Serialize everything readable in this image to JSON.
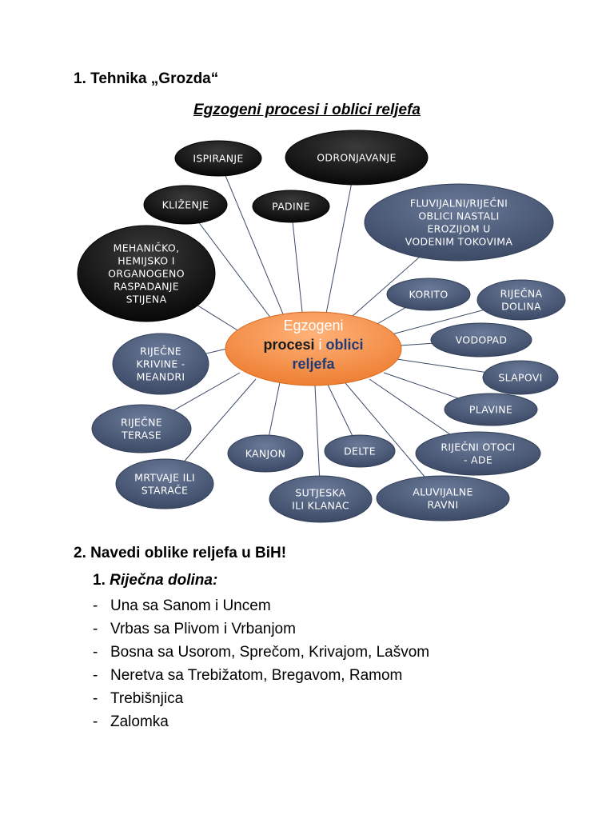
{
  "section1": {
    "heading": "1. Tehnika „Grozda“"
  },
  "diagram": {
    "title": "Egzogeni procesi i oblici  reljefa",
    "center": {
      "line1": "Egzogeni",
      "line2_a": "procesi",
      "line2_b": " i ",
      "line2_c": "oblici",
      "line3": "reljefa",
      "colors": {
        "fill": "#f0883e",
        "text_white": "#ffffff",
        "text_dark": "#1a1a1a",
        "text_blue": "#1f3c78"
      }
    },
    "colors": {
      "dark_node": "#141414",
      "blue_node": "#4a5a78",
      "connector": "#3a4a66"
    },
    "nodes": [
      {
        "id": "ispiranje",
        "lines": [
          "ISPIRANJE"
        ]
      },
      {
        "id": "odronjavanje",
        "lines": [
          "ODRONJAVANJE"
        ]
      },
      {
        "id": "klizenje",
        "lines": [
          "KLIŽENJE"
        ]
      },
      {
        "id": "padine",
        "lines": [
          "PADINE"
        ]
      },
      {
        "id": "fluvijalni",
        "lines": [
          "FLUVIJALNI/RIJEČNI",
          "OBLICI NASTALI",
          "EROZIJOM U",
          "VODENIM TOKOVIMA"
        ]
      },
      {
        "id": "mehanicko",
        "lines": [
          "MEHANIČKO,",
          "HEMIJSKO I",
          "ORGANOGENO",
          "RASPADANJE",
          "STIJENA"
        ]
      },
      {
        "id": "korito",
        "lines": [
          "KORITO"
        ]
      },
      {
        "id": "rijecna-dolina",
        "lines": [
          "RIJEČNA",
          "DOLINA"
        ]
      },
      {
        "id": "vodopad",
        "lines": [
          "VODOPAD"
        ]
      },
      {
        "id": "meandri",
        "lines": [
          "RIJEČNE",
          "KRIVINE -",
          "MEANDRI"
        ]
      },
      {
        "id": "slapovi",
        "lines": [
          "SLAPOVI"
        ]
      },
      {
        "id": "plavine",
        "lines": [
          "PLAVINE"
        ]
      },
      {
        "id": "terase",
        "lines": [
          "RIJEČNE",
          "TERASE"
        ]
      },
      {
        "id": "kanjon",
        "lines": [
          "KANJON"
        ]
      },
      {
        "id": "delte",
        "lines": [
          "DELTE"
        ]
      },
      {
        "id": "otoci",
        "lines": [
          "RIJEČNI OTOCI",
          "- ADE"
        ]
      },
      {
        "id": "mrtvaje",
        "lines": [
          "MRTVAJE ILI",
          "STARAČE"
        ]
      },
      {
        "id": "sutjeska",
        "lines": [
          "SUTJESKA",
          "ILI KLANAC"
        ]
      },
      {
        "id": "aluvijalne",
        "lines": [
          "ALUVIJALNE",
          "RAVNI"
        ]
      }
    ]
  },
  "section2": {
    "heading": "2. Navedi oblike reljefa u BiH!",
    "item_number": "1.",
    "item_label": " Riječna dolina:",
    "dash": "-",
    "rivers": [
      "Una sa Sanom i Uncem",
      "Vrbas sa Plivom i Vrbanjom",
      "Bosna sa Usorom, Sprečom, Krivajom, Lašvom",
      "Neretva sa Trebižatom, Bregavom, Ramom",
      "Trebišnjica",
      "Zalomka"
    ]
  }
}
